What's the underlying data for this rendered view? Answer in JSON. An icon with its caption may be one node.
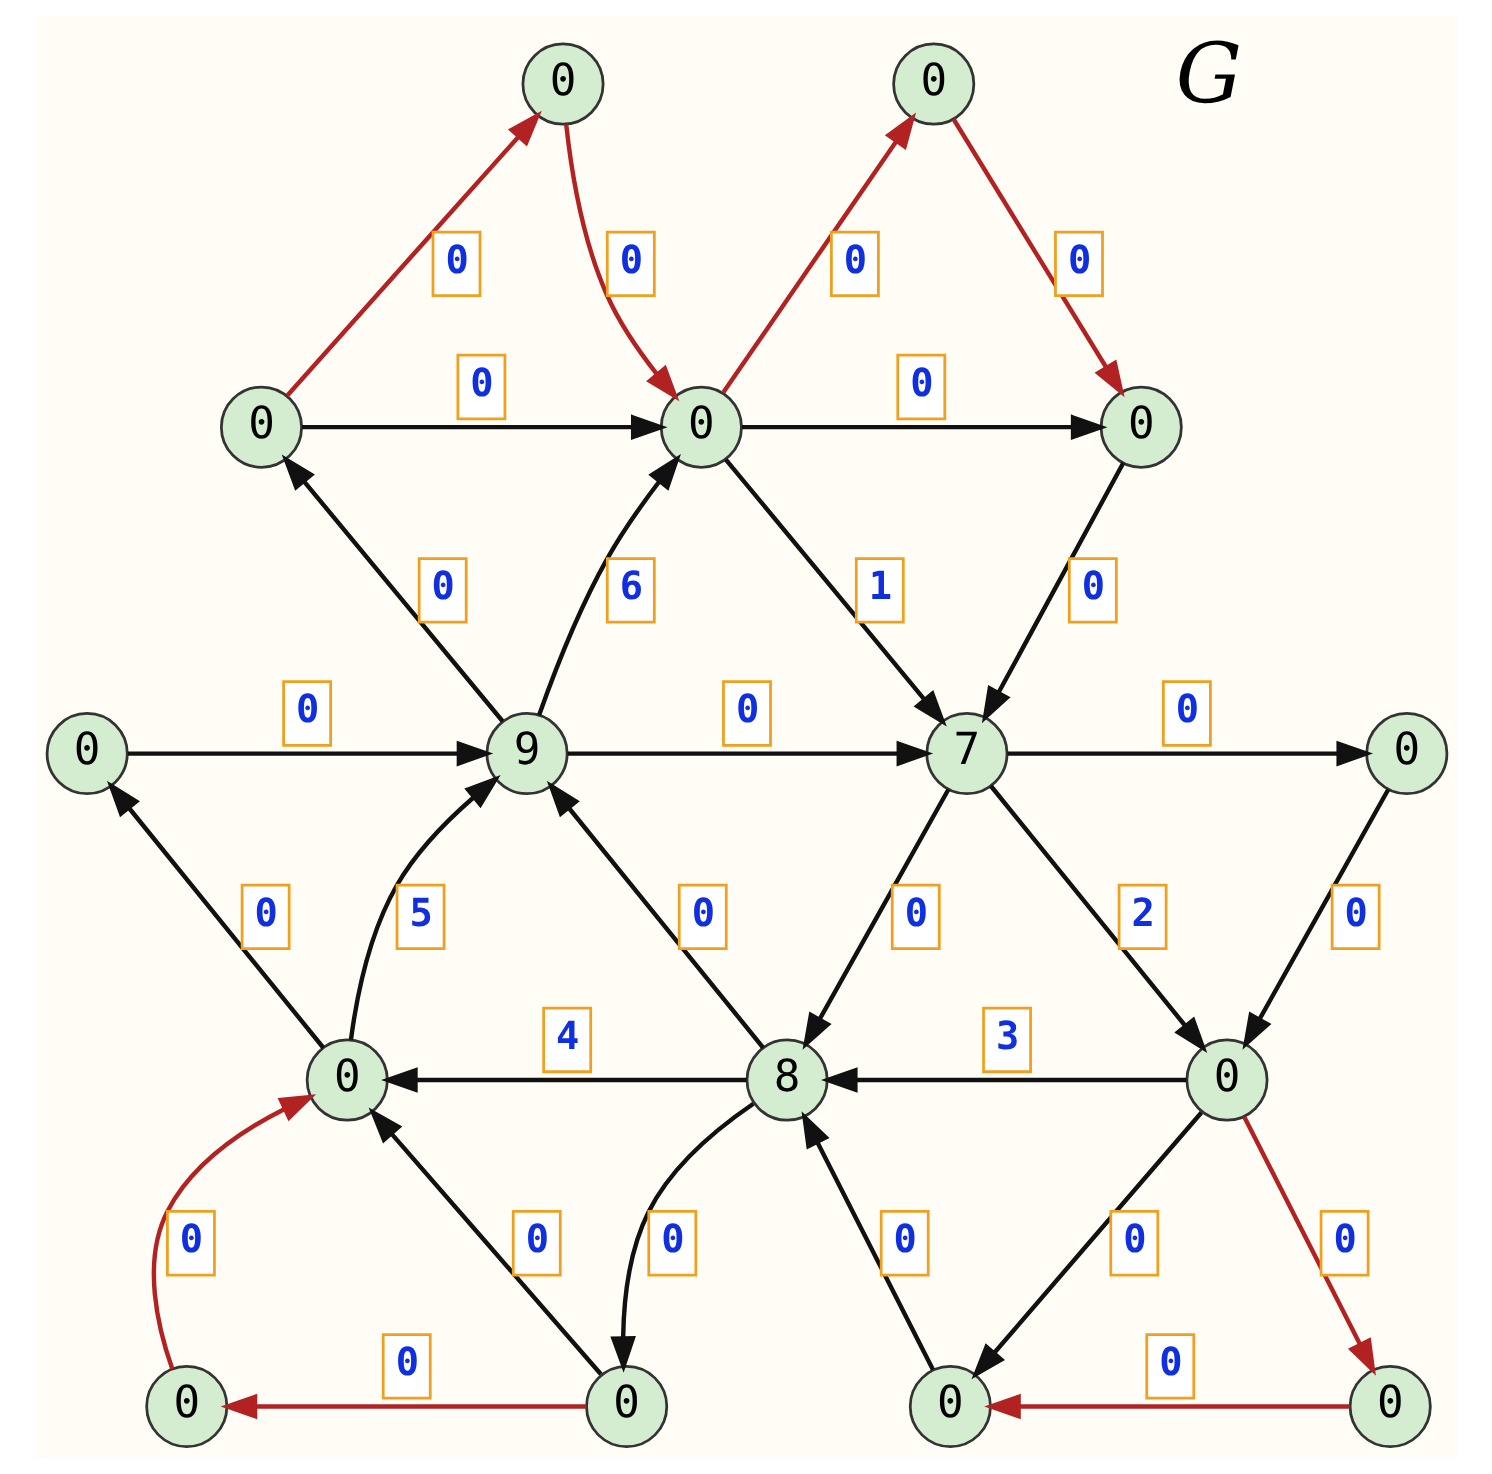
{
  "diagram": {
    "nodes": [
      {
        "text": [
          "0"
        ]
      },
      {
        "text": [
          "0"
        ]
      },
      {
        "text": [
          "0"
        ]
      },
      {
        "text": [
          "0"
        ]
      },
      {
        "text": [
          "0"
        ]
      },
      {
        "text": [
          "0"
        ]
      },
      {
        "text": [
          "9"
        ]
      },
      {
        "text": [
          "7"
        ]
      },
      {
        "text": [
          "0"
        ]
      },
      {
        "text": [
          "0"
        ]
      },
      {
        "text": [
          "8"
        ]
      },
      {
        "text": [
          "0"
        ]
      },
      {
        "text": [
          "0"
        ]
      },
      {
        "text": [
          "0"
        ]
      },
      {
        "text": [
          "0"
        ]
      },
      {
        "text": [
          "0"
        ]
      }
    ],
    "edges": [
      {
        "from": 2,
        "to": 0,
        "arrow": "to",
        "label": "0",
        "color": "#b22222"
      },
      {
        "from": 0,
        "to": 3,
        "arrow": "to",
        "label": "0",
        "color": "#b22222"
      },
      {
        "from": 3,
        "to": 1,
        "arrow": "to",
        "label": "0",
        "color": "#b22222"
      },
      {
        "from": 1,
        "to": 4,
        "arrow": "to",
        "label": "0",
        "color": "#b22222"
      },
      {
        "from": 2,
        "to": 3,
        "arrow": "to",
        "label": "0"
      },
      {
        "from": 3,
        "to": 4,
        "arrow": "to",
        "label": "0"
      },
      {
        "from": 6,
        "to": 2,
        "arrow": "to",
        "label": "0"
      },
      {
        "from": 6,
        "to": 3,
        "arrow": "to",
        "label": "6"
      },
      {
        "from": 3,
        "to": 7,
        "arrow": "to",
        "label": "1"
      },
      {
        "from": 4,
        "to": 7,
        "arrow": "to",
        "label": "0"
      },
      {
        "from": 5,
        "to": 6,
        "arrow": "to",
        "label": "0"
      },
      {
        "from": 6,
        "to": 7,
        "arrow": "to",
        "label": "0"
      },
      {
        "from": 7,
        "to": 8,
        "arrow": "to",
        "label": "0"
      },
      {
        "from": 9,
        "to": 5,
        "arrow": "to",
        "label": "0"
      },
      {
        "from": 9,
        "to": 6,
        "arrow": "to",
        "label": "5"
      },
      {
        "from": 10,
        "to": 6,
        "arrow": "to",
        "label": "0"
      },
      {
        "from": 7,
        "to": 10,
        "arrow": "to",
        "label": "0"
      },
      {
        "from": 7,
        "to": 11,
        "arrow": "to",
        "label": "2"
      },
      {
        "from": 8,
        "to": 11,
        "arrow": "to",
        "label": "0"
      },
      {
        "from": 10,
        "to": 9,
        "arrow": "to",
        "label": "4"
      },
      {
        "from": 11,
        "to": 10,
        "arrow": "to",
        "label": "3"
      },
      {
        "from": 12,
        "to": 9,
        "arrow": "to",
        "label": "0",
        "color": "#b22222"
      },
      {
        "from": 13,
        "to": 12,
        "arrow": "to",
        "label": "0",
        "color": "#b22222"
      },
      {
        "from": 13,
        "to": 9,
        "arrow": "to",
        "label": "0"
      },
      {
        "from": 10,
        "to": 13,
        "arrow": "to",
        "label": "0"
      },
      {
        "from": 14,
        "to": 10,
        "arrow": "to",
        "label": "0"
      },
      {
        "from": 11,
        "to": 14,
        "arrow": "to",
        "label": "0"
      },
      {
        "from": 11,
        "to": 15,
        "arrow": "to",
        "label": "0",
        "color": "#b22222"
      },
      {
        "from": 15,
        "to": 14,
        "arrow": "to",
        "label": "0",
        "color": "#b22222"
      }
    ],
    "labels": [
      "G"
    ]
  }
}
